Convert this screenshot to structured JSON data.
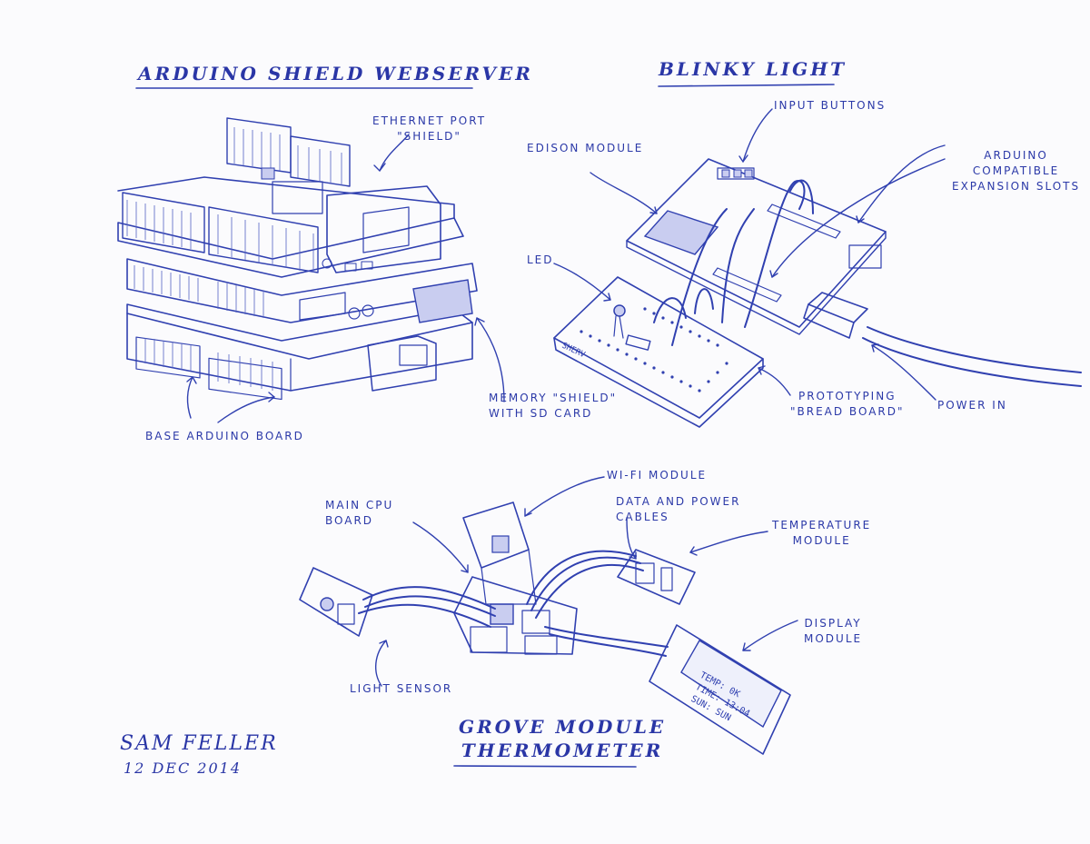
{
  "ink_color": "#2f3cad",
  "paper_color": "#fbfbfd",
  "sections": {
    "arduino": {
      "title": "Arduino Shield Webserver",
      "labels": {
        "ethernet": "Ethernet Port\n\"Shield\"",
        "memory": "Memory \"Shield\"\nwith SD Card",
        "base": "Base Arduino Board"
      }
    },
    "blinky": {
      "title": "Blinky Light",
      "labels": {
        "input_buttons": "Input Buttons",
        "edison": "Edison Module",
        "expansion": "Arduino\nCompatible\nExpansion Slots",
        "led": "LED",
        "breadboard": "Prototyping\n\"Bread Board\"",
        "power": "Power In",
        "breadboard_print": "SHERV"
      }
    },
    "grove": {
      "title": "Grove Module\nThermometer",
      "labels": {
        "wifi": "Wi-Fi Module",
        "main_cpu": "Main CPU\nBoard",
        "cables": "Data and Power\nCables",
        "temperature": "Temperature\nModule",
        "display": "Display\nModule",
        "light_sensor": "Light Sensor"
      },
      "display_text": [
        "TEMP: 0K",
        "TIME: 13:04",
        "SUN: SUN"
      ]
    }
  },
  "signature": {
    "name": "Sam Feller",
    "date": "12 Dec 2014"
  }
}
